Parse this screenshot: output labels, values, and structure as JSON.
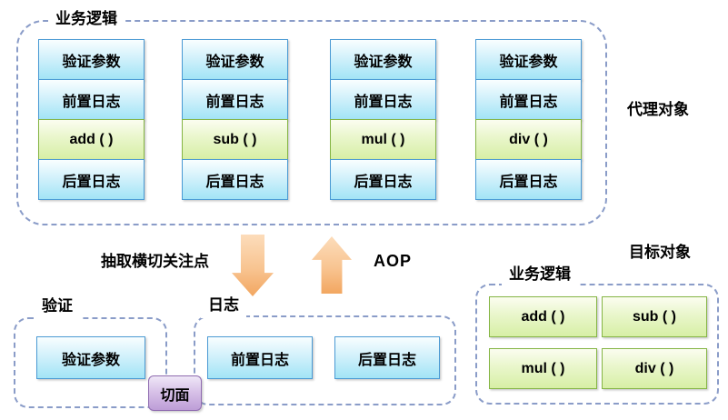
{
  "proxy": {
    "container_label": "业务逻辑",
    "side_label": "代理对象",
    "columns": [
      {
        "cells": [
          "验证参数",
          "前置日志",
          "add ( )",
          "后置日志"
        ]
      },
      {
        "cells": [
          "验证参数",
          "前置日志",
          "sub ( )",
          "后置日志"
        ]
      },
      {
        "cells": [
          "验证参数",
          "前置日志",
          "mul ( )",
          "后置日志"
        ]
      },
      {
        "cells": [
          "验证参数",
          "前置日志",
          "div ( )",
          "后置日志"
        ]
      }
    ]
  },
  "transform": {
    "extract_label": "抽取横切关注点",
    "aop_label": "AOP"
  },
  "aspect": {
    "label": "切面"
  },
  "validation": {
    "container_label": "验证",
    "cells": [
      "验证参数"
    ]
  },
  "log": {
    "container_label": "日志",
    "cells": [
      "前置日志",
      "后置日志"
    ]
  },
  "target": {
    "title": "目标对象",
    "container_label": "业务逻辑",
    "cells": [
      "add ( )",
      "sub ( )",
      "mul ( )",
      "div ( )"
    ]
  },
  "colors": {
    "dashed_border": "#8a9cc8",
    "blue_box_border": "#4a9ad4",
    "blue_box_fill_bottom": "#a2e4f6",
    "green_box_border": "#85b544",
    "green_box_fill_bottom": "#d7efa5",
    "purple_box_border": "#8f6cb0",
    "purple_box_fill_bottom": "#bd9dd7",
    "arrow_fill_top": "#fcdcba",
    "arrow_fill_bottom": "#f2a660"
  }
}
